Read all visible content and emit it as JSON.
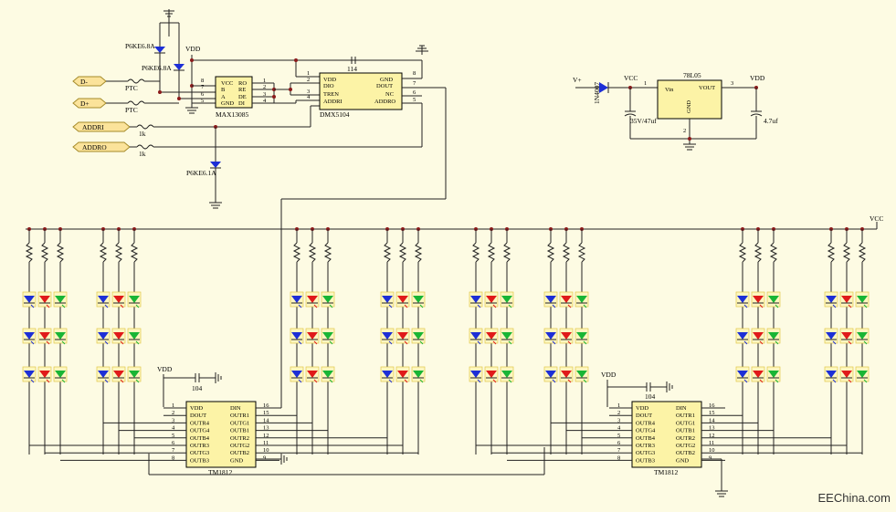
{
  "labels": {
    "vdd": "VDD",
    "vcc": "VCC",
    "vplus": "V+",
    "d_minus": "D-",
    "d_plus": "D+",
    "addr1": "ADDRI",
    "addr0": "ADDRO",
    "ptc": "PTC",
    "r1k": "1k",
    "tvs": "P6KE6.8A",
    "tvs_addr": "P6KE6.1A",
    "cap104": "104",
    "cap114": "114",
    "diode": "1N4007",
    "reg": "78L05",
    "cap_in": "35V/47uf",
    "cap_out": "4.7uf",
    "watermark": "EEChina.com"
  },
  "max13085": {
    "name": "MAX13085",
    "left_pins": [
      "VCC",
      "B",
      "A",
      "GND"
    ],
    "right_pins": [
      "RO",
      "RE",
      "DE",
      "DI"
    ],
    "left_nums": [
      "8",
      "7",
      "6",
      "5"
    ],
    "right_nums": [
      "1",
      "2",
      "3",
      "4"
    ]
  },
  "dmx": {
    "name": "DMX5104",
    "left_pins": [
      "VDD",
      "DIO",
      "TREN",
      "ADDRI"
    ],
    "right_pins": [
      "GND",
      "DOUT",
      "NC",
      "ADDRO"
    ],
    "left_nums": [
      "1",
      "2",
      "3",
      "4"
    ],
    "right_nums": [
      "8",
      "7",
      "6",
      "5"
    ]
  },
  "regulator": {
    "name": "78L05",
    "vin": "Vin",
    "vout": "VOUT",
    "gnd": "GND",
    "pin_in": "1",
    "pin_out": "3",
    "pin_gnd": "2"
  },
  "tm1812": {
    "name": "TM1812",
    "left_pins": [
      "VDD",
      "DOUT",
      "OUTR4",
      "OUTG4",
      "OUTB4",
      "OUTR3",
      "OUTG3",
      "OUTB3"
    ],
    "right_pins": [
      "DIN",
      "OUTR1",
      "OUTG1",
      "OUTB1",
      "OUTR2",
      "OUTG2",
      "OUTB2",
      "GND"
    ],
    "left_nums": [
      "1",
      "2",
      "3",
      "4",
      "5",
      "6",
      "7",
      "8"
    ],
    "right_nums": [
      "16",
      "15",
      "14",
      "13",
      "12",
      "11",
      "10",
      "9"
    ]
  },
  "led_colors": {
    "blue": "#1d2fd6",
    "red": "#e01a1a",
    "green": "#19b535"
  },
  "wire_color": "#222222",
  "junction_color": "#8b1a1a"
}
